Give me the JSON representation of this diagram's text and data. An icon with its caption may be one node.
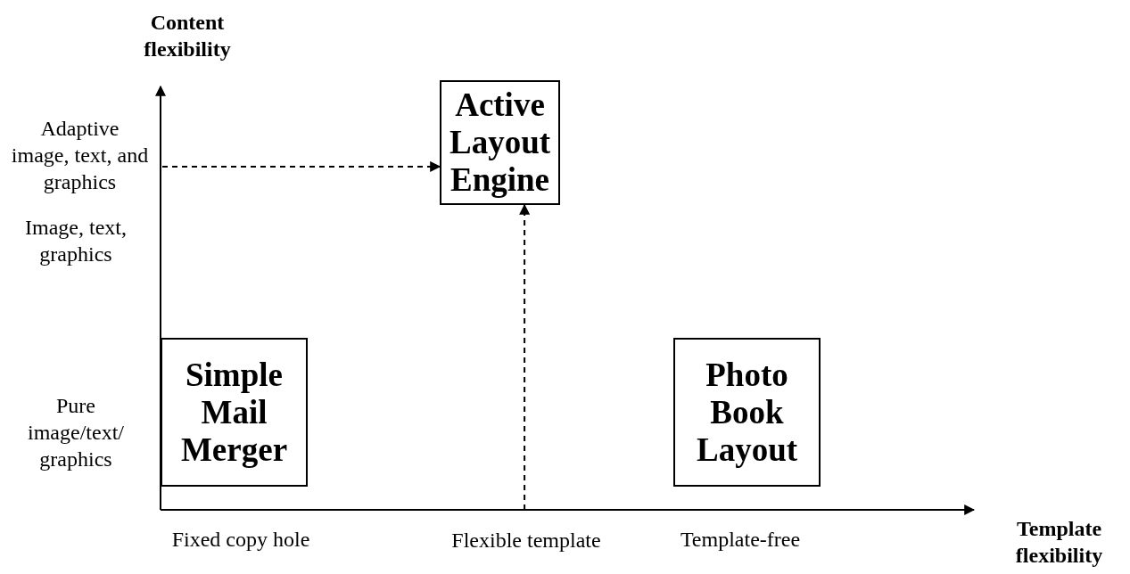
{
  "diagram": {
    "nodes": [
      {
        "text": [
          "Active Layout Engine"
        ]
      },
      {
        "text": [
          "Simple Mail Merger"
        ]
      },
      {
        "text": [
          "Photo Book Layout"
        ]
      },
      {
        "text": [
          "Adaptive image, text, and graphics"
        ]
      },
      {
        "text": [
          "Flexible template"
        ]
      }
    ],
    "edges": [
      {
        "from": 3,
        "to": 0,
        "arrow": "to",
        "style": "dashed"
      },
      {
        "from": 4,
        "to": 0,
        "arrow": "to",
        "style": "dashed"
      }
    ],
    "labels": [
      "Content flexibility",
      "Image, text, graphics",
      "Pure image/text/ graphics",
      "Template flexibility",
      "Fixed copy hole",
      "Template-free"
    ]
  }
}
